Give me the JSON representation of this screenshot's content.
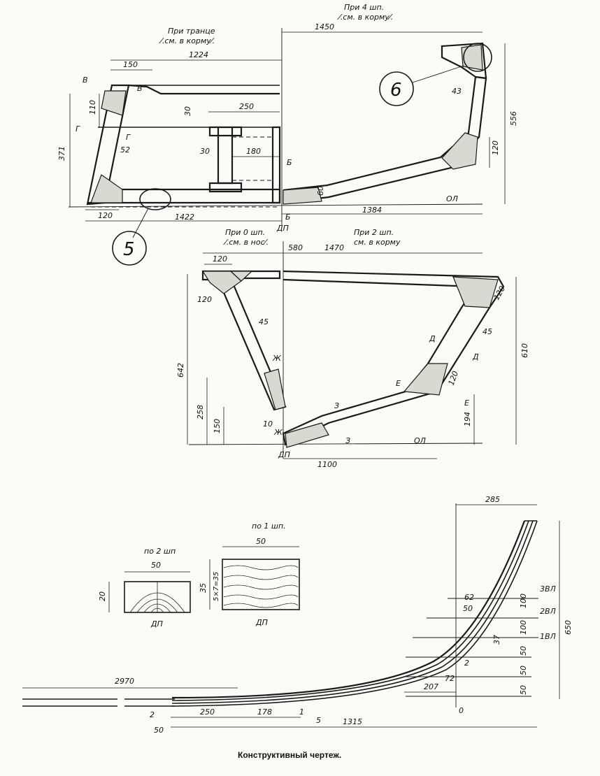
{
  "frame_top": {
    "label_transom": "При транце",
    "label_transom_sub": "⁄.см. в корму⁄.",
    "label_frame4": "При 4 шп.",
    "label_frame4_sub": "⁄.см. в корму⁄.",
    "dims": {
      "d1450": "1450",
      "d1224": "1224",
      "d150": "150",
      "d110": "110",
      "d371": "371",
      "d250": "250",
      "d30a": "30",
      "d30b": "30",
      "d180": "180",
      "d52": "52",
      "d120a": "120",
      "d1422": "1422",
      "d60": "60",
      "d1384": "1384",
      "d43": "43",
      "d120b": "120",
      "d556": "556"
    },
    "sections": {
      "v1": "В",
      "v2": "В",
      "g1": "Г",
      "g2": "Г",
      "b1": "Б",
      "b2": "Б"
    },
    "dp": "ДП",
    "ol": "ОЛ",
    "callout5": "5",
    "callout6": "6"
  },
  "frame_mid": {
    "label_frame0": "При 0 шп.",
    "label_frame0_sub": "⁄.см. в нос⁄.",
    "label_frame2": "При 2 шп.",
    "label_frame2_sub": "см. в корму",
    "dims": {
      "d580": "580",
      "d1470": "1470",
      "d120a": "120",
      "d120b": "120",
      "d45a": "45",
      "d45b": "45",
      "d642": "642",
      "d258": "258",
      "d150": "150",
      "d10": "10",
      "d120c": "120",
      "d120d": "120",
      "d610": "610",
      "d194": "194",
      "d1100": "1100"
    },
    "sections": {
      "d1": "Д",
      "d2": "Д",
      "e1": "Е",
      "e2": "Е",
      "z1": "З",
      "z2": "З",
      "zh1": "Ж",
      "zh2": "Ж"
    },
    "dp": "ДП",
    "ol": "ОЛ"
  },
  "keel": {
    "section2_title": "по 2 шп",
    "section2_w": "50",
    "section2_h": "20",
    "section1_title": "по 1 шп.",
    "section1_w": "50",
    "section1_h": "35",
    "section1_layers": "5×7=35",
    "dp_a": "ДП",
    "dp_b": "ДП",
    "dims": {
      "d2970": "2970",
      "d285": "285",
      "d650": "650",
      "d2a": "2",
      "d250": "250",
      "d178": "178",
      "d1": "1",
      "d5": "5",
      "d1315": "1315",
      "d50": "50",
      "d207": "207",
      "d72": "72",
      "d2b": "2",
      "d0": "0",
      "d37": "37",
      "d50b": "50",
      "d62": "62",
      "d100a": "100",
      "d100b": "100",
      "d50c": "50",
      "d50d": "50",
      "d50e": "50"
    },
    "wl": {
      "w3": "3ВЛ",
      "w2": "2ВЛ",
      "w1": "1ВЛ"
    }
  },
  "caption": "Конструктивный чертеж."
}
